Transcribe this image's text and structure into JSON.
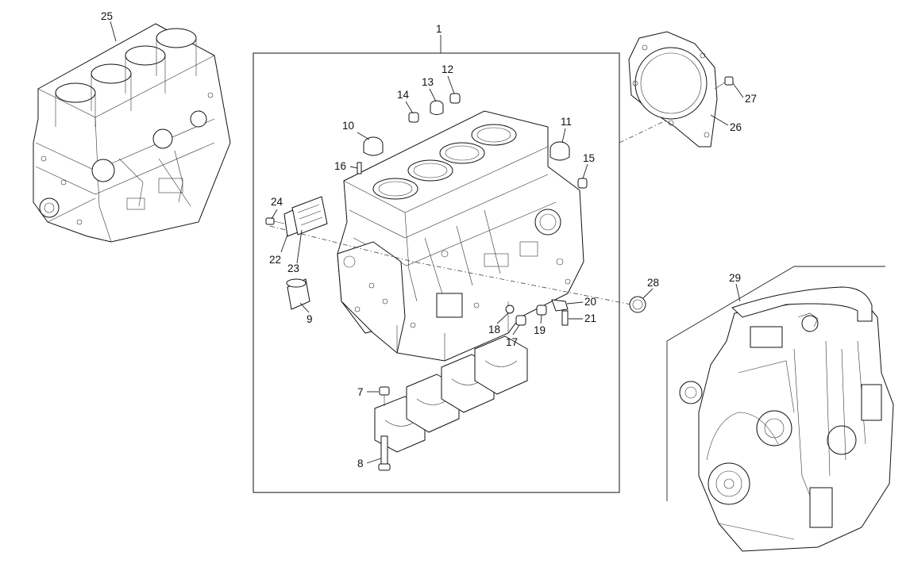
{
  "callouts": {
    "c1": "1",
    "c7": "7",
    "c8": "8",
    "c9": "9",
    "c10": "10",
    "c11": "11",
    "c12": "12",
    "c13": "13",
    "c14": "14",
    "c15": "15",
    "c16": "16",
    "c17": "17",
    "c18": "18",
    "c19": "19",
    "c20": "20",
    "c21": "21",
    "c22": "22",
    "c23": "23",
    "c24": "24",
    "c25": "25",
    "c26": "26",
    "c27": "27",
    "c28": "28",
    "c29": "29"
  }
}
